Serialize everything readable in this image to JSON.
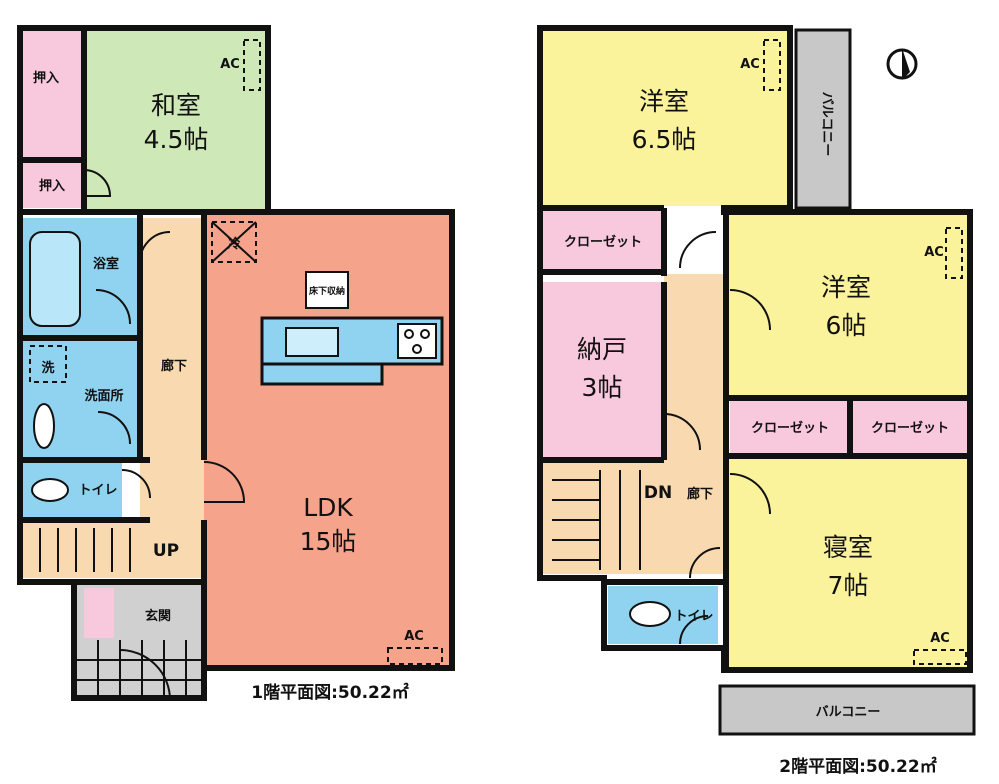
{
  "floor1": {
    "title": "1階平面図:50.22㎡",
    "washitsu": "和室",
    "washitsu_size": "4.5帖",
    "oshiire_1": "押入",
    "oshiire_2": "押入",
    "ac_1": "AC",
    "yokushitsu": "浴室",
    "senmenjo": "洗面所",
    "sen": "洗",
    "toilet": "トイレ",
    "roka": "廊下",
    "up": "UP",
    "genkan": "玄関",
    "rei": "冷",
    "yukashita": "床下収納",
    "ldk": "LDK",
    "ldk_size": "15帖",
    "ac_ldk": "AC"
  },
  "floor2": {
    "title": "2階平面図:50.22㎡",
    "yoshitsu_a": "洋室",
    "yoshitsu_a_size": "6.5帖",
    "ac_a": "AC",
    "balcony_side": "バルコニー",
    "closet_1": "クローゼット",
    "yoshitsu_b": "洋室",
    "yoshitsu_b_size": "6帖",
    "ac_b": "AC",
    "nando": "納戸",
    "nando_size": "3帖",
    "closet_2": "クローゼット",
    "closet_3": "クローゼット",
    "dn": "DN",
    "roka": "廊下",
    "toilet": "トイレ",
    "shinshitsu": "寝室",
    "shinshitsu_size": "7帖",
    "ac_c": "AC",
    "balcony_bottom": "バルコニー"
  },
  "colors": {
    "washitsu": "#cfe8b8",
    "wet": "#8fd3f0",
    "hall": "#f9d9b0",
    "ldk": "#f6a38c",
    "yoshitsu": "#fbf39c",
    "closet": "#f8c8dc",
    "balcony": "#c8c8c8",
    "genkan": "#d0d0d0"
  }
}
